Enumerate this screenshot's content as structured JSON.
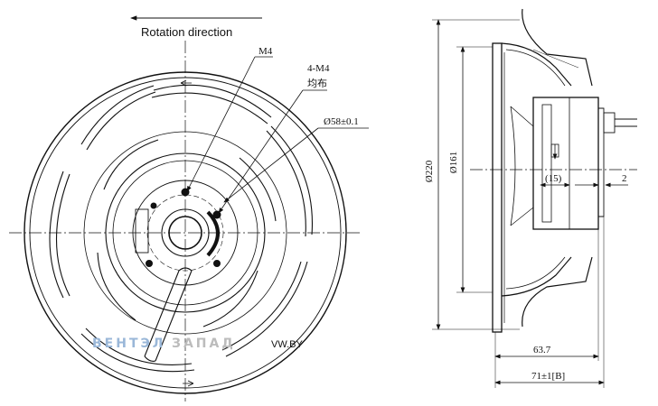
{
  "front_view": {
    "rotation_label": "Rotation direction",
    "callout_m4": "M4",
    "callout_4m4_line1": "4-M4",
    "callout_4m4_line2": "均布",
    "callout_d58": "Ø58±0.1"
  },
  "side_view": {
    "dim_d220": "Ø220",
    "dim_d161": "Ø161",
    "dim_15": "(15)",
    "dim_2": "2",
    "dim_63_7": "63.7",
    "dim_71": "71±1[B]"
  },
  "watermark": {
    "brand_part1": "ВЕНТЭЛ",
    "brand_part2": "ЗАПАД",
    "site": "VW.BY",
    "color_part1": "#9ab7d8",
    "color_part2": "#bcbcbc"
  },
  "colors": {
    "line": "#111111"
  }
}
